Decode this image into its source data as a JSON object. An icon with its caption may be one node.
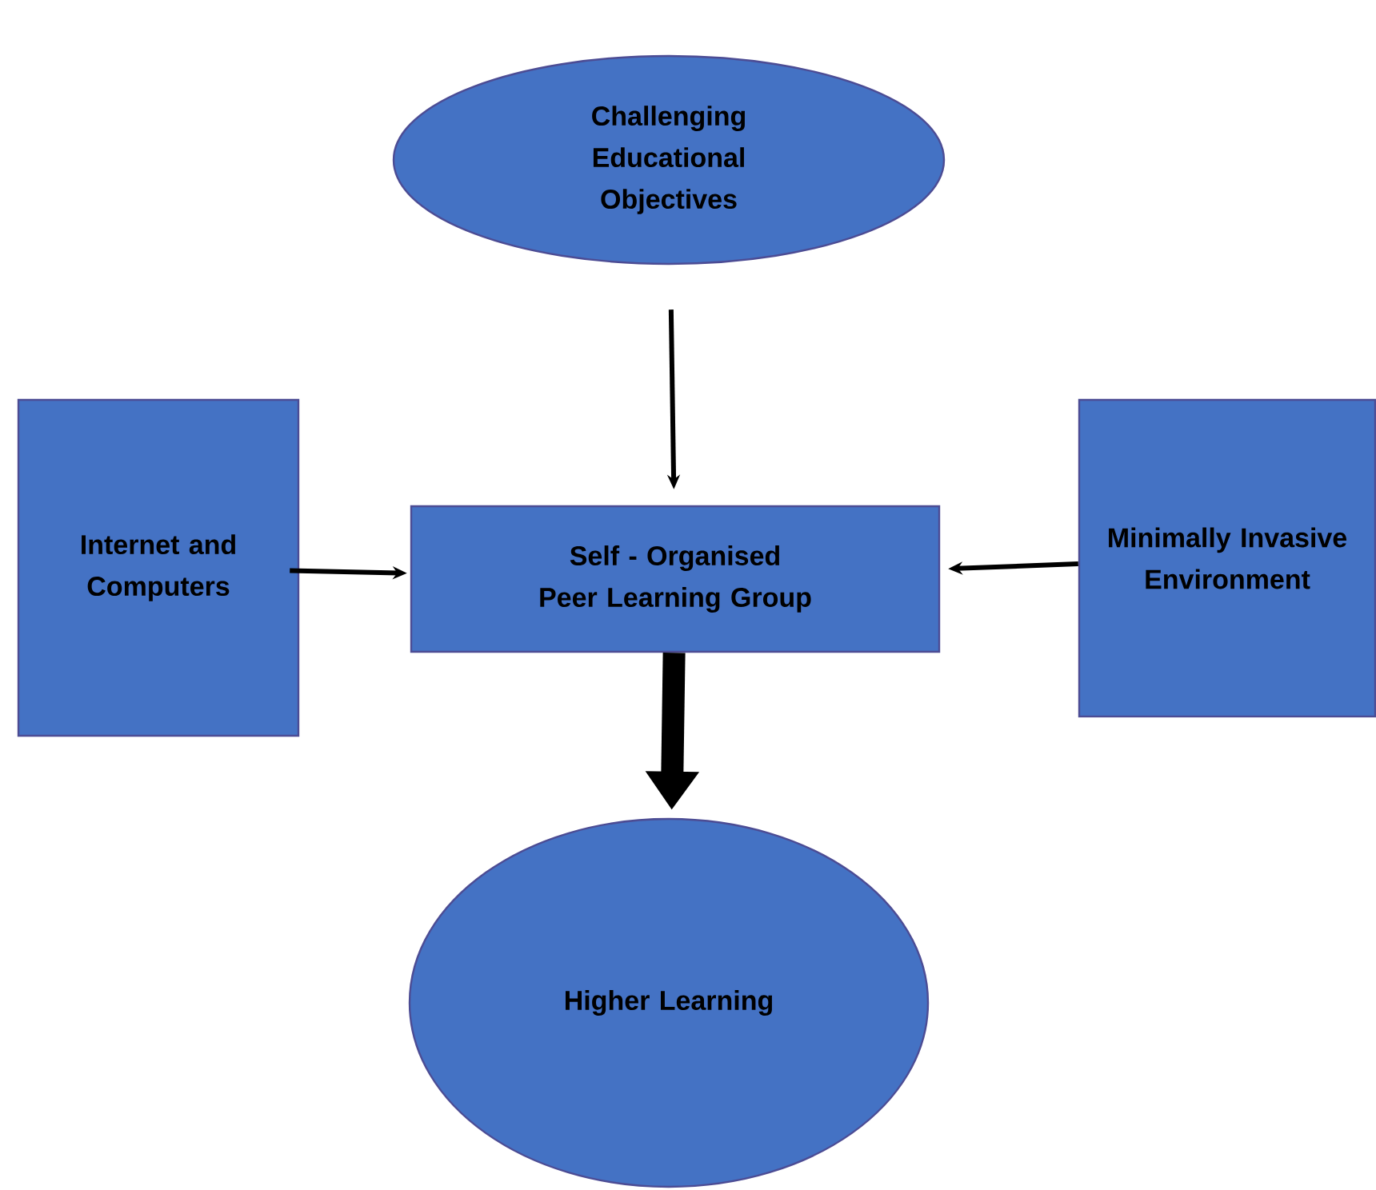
{
  "diagram": {
    "nodes": [
      {
        "text": [
          "Challenging Educational Objectives"
        ]
      },
      {
        "text": [
          "Internet and Computers"
        ]
      },
      {
        "text": [
          "Self - Organised Peer Learning Group"
        ]
      },
      {
        "text": [
          "Minimally Invasive Environment"
        ]
      },
      {
        "text": [
          "Higher Learning"
        ]
      }
    ],
    "edges": [
      {
        "from": 0,
        "to": 2,
        "arrow": "to"
      },
      {
        "from": 1,
        "to": 2,
        "arrow": "to"
      },
      {
        "from": 3,
        "to": 2,
        "arrow": "to"
      },
      {
        "from": 2,
        "to": 4,
        "arrow": "to",
        "style": "thick"
      }
    ]
  }
}
